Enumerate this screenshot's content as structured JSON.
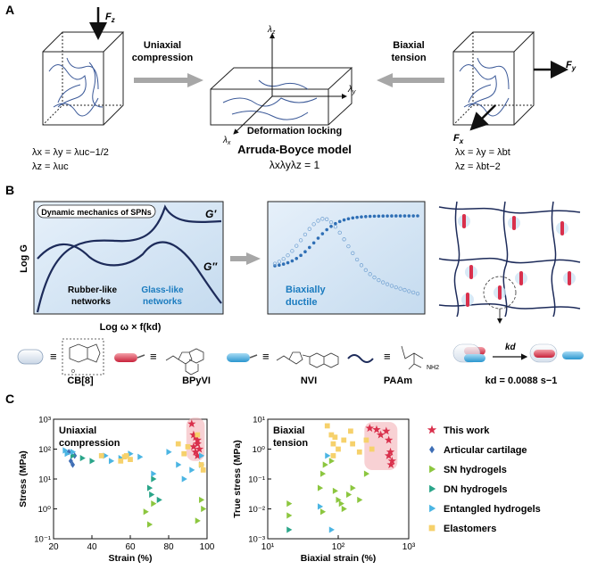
{
  "panelA": {
    "letter": "A",
    "force_z": "F",
    "force_z_sub": "z",
    "left_arrow_label_line1": "Uniaxial",
    "left_arrow_label_line2": "compression",
    "right_arrow_label_line1": "Biaxial",
    "right_arrow_label_line2": "tension",
    "force_y": "F",
    "force_y_sub": "y",
    "force_x": "F",
    "force_x_sub": "x",
    "lambda_z": "λ",
    "lambda_z_sub": "z",
    "lambda_y": "λ",
    "lambda_y_sub": "y",
    "lambda_x": "λ",
    "lambda_x_sub": "x",
    "deformation_locking": "Deformation locking",
    "model_title": "Arruda-Boyce model",
    "model_eq": "λxλyλz = 1",
    "left_eq1": "λx = λy = λuc−1/2",
    "left_eq2": "λz = λuc",
    "right_eq1": "λx = λy = λbt",
    "right_eq2": "λz = λbt−2"
  },
  "panelB": {
    "letter": "B",
    "box_title": "Dynamic mechanics of SPNs",
    "g_prime": "G′",
    "g_double": "G″",
    "y_axis": "Log G",
    "x_axis": "Log ω × f(kd)",
    "rubber_line1": "Rubber-like",
    "rubber_line2": "networks",
    "glass_line1": "Glass-like",
    "glass_line2": "networks",
    "ductile_line1": "Biaxially",
    "ductile_line2": "ductile",
    "cb8": "CB[8]",
    "bpyvi": "BPyVI",
    "nvi": "NVI",
    "paam": "PAAm",
    "kd_arrow": "kd",
    "kd_value": "kd = 0.0088 s−1",
    "equiv": "≡",
    "nh2": "NH2",
    "colors": {
      "blue": "#1a7bbf",
      "red": "#d9304c",
      "dark": "#1d2b5a",
      "box_bg": "#d8e7f5"
    }
  },
  "panelC": {
    "letter": "C",
    "legend": [
      {
        "label": "This work",
        "color": "#d9304c",
        "marker": "star"
      },
      {
        "label": "Articular cartilage",
        "color": "#3f6eb5",
        "marker": "diamond"
      },
      {
        "label": "SN hydrogels",
        "color": "#8cc63f",
        "marker": "triangle"
      },
      {
        "label": "DN hydrogels",
        "color": "#2aa589",
        "marker": "triangle"
      },
      {
        "label": "Entangled hydrogels",
        "color": "#4bb5e3",
        "marker": "triangle"
      },
      {
        "label": "Elastomers",
        "color": "#f6d16b",
        "marker": "square"
      }
    ]
  },
  "chart_data": [
    {
      "type": "scatter",
      "title": "",
      "annotation_line1": "Uniaxial",
      "annotation_line2": "compression",
      "xlabel": "Strain (%)",
      "ylabel": "Stress (MPa)",
      "xlim": [
        20,
        100
      ],
      "ylim": [
        0.1,
        1000
      ],
      "yscale": "log",
      "xticks": [
        "20",
        "40",
        "60",
        "80",
        "100"
      ],
      "yticks": [
        "10⁻¹",
        "10⁰",
        "10¹",
        "10²",
        "10³"
      ],
      "series": [
        {
          "name": "This work",
          "points": [
            [
              92,
              700
            ],
            [
              93,
              300
            ],
            [
              94,
              250
            ],
            [
              95,
              150
            ],
            [
              94,
              80
            ],
            [
              95,
              60
            ],
            [
              96,
              100
            ],
            [
              93,
              120
            ],
            [
              95,
              200
            ]
          ]
        },
        {
          "name": "Articular cartilage",
          "points": [
            [
              28,
              80
            ],
            [
              29,
              40
            ],
            [
              30,
              30
            ],
            [
              31,
              60
            ]
          ]
        },
        {
          "name": "SN hydrogels",
          "points": [
            [
              68,
              0.8
            ],
            [
              70,
              0.3
            ],
            [
              72,
              1.5
            ],
            [
              95,
              0.4
            ],
            [
              97,
              2
            ],
            [
              98,
              1
            ]
          ]
        },
        {
          "name": "DN hydrogels",
          "points": [
            [
              30,
              60
            ],
            [
              35,
              50
            ],
            [
              40,
              40
            ],
            [
              70,
              5
            ],
            [
              71,
              3
            ],
            [
              72,
              10
            ],
            [
              75,
              2
            ],
            [
              97,
              30
            ]
          ]
        },
        {
          "name": "Entangled hydrogels",
          "points": [
            [
              26,
              90
            ],
            [
              27,
              70
            ],
            [
              30,
              80
            ],
            [
              47,
              60
            ],
            [
              50,
              40
            ],
            [
              55,
              50
            ],
            [
              60,
              70
            ],
            [
              65,
              55
            ],
            [
              72,
              15
            ],
            [
              80,
              80
            ],
            [
              85,
              30
            ],
            [
              88,
              10
            ],
            [
              92,
              20
            ],
            [
              97,
              60
            ]
          ]
        },
        {
          "name": "Elastomers",
          "points": [
            [
              45,
              60
            ],
            [
              55,
              40
            ],
            [
              57,
              55
            ],
            [
              58,
              60
            ],
            [
              60,
              45
            ],
            [
              85,
              150
            ],
            [
              88,
              70
            ],
            [
              90,
              120
            ],
            [
              95,
              300
            ],
            [
              97,
              30
            ],
            [
              98,
              20
            ]
          ]
        }
      ]
    },
    {
      "type": "scatter",
      "title": "",
      "annotation_line1": "Biaxial",
      "annotation_line2": "tension",
      "xlabel": "Biaxial strain (%)",
      "ylabel": "True stress (MPa)",
      "xlim": [
        10,
        1000
      ],
      "ylim": [
        0.001,
        10
      ],
      "xscale": "log",
      "yscale": "log",
      "xticks": [
        "10¹",
        "10²",
        "10³"
      ],
      "yticks": [
        "10⁻³",
        "10⁻²",
        "10⁻¹",
        "10⁰",
        "10¹"
      ],
      "series": [
        {
          "name": "This work",
          "points": [
            [
              280,
              5
            ],
            [
              350,
              4.5
            ],
            [
              400,
              3
            ],
            [
              480,
              4
            ],
            [
              520,
              2
            ],
            [
              550,
              0.8
            ],
            [
              580,
              0.4
            ],
            [
              560,
              0.3
            ],
            [
              520,
              0.6
            ]
          ]
        },
        {
          "name": "SN hydrogels",
          "points": [
            [
              20,
              0.015
            ],
            [
              20,
              0.006
            ],
            [
              55,
              0.05
            ],
            [
              60,
              0.15
            ],
            [
              65,
              0.3
            ],
            [
              80,
              0.4
            ],
            [
              90,
              0.04
            ],
            [
              100,
              0.02
            ],
            [
              110,
              0.015
            ],
            [
              120,
              0.01
            ],
            [
              140,
              0.03
            ],
            [
              160,
              0.05
            ],
            [
              200,
              0.02
            ],
            [
              250,
              0.15
            ],
            [
              60,
              0.008
            ]
          ]
        },
        {
          "name": "DN hydrogels",
          "points": [
            [
              20,
              0.002
            ]
          ]
        },
        {
          "name": "Entangled hydrogels",
          "points": [
            [
              70,
              0.6
            ],
            [
              80,
              0.002
            ],
            [
              55,
              0.012
            ]
          ]
        },
        {
          "name": "Elastomers",
          "points": [
            [
              70,
              6
            ],
            [
              80,
              3
            ],
            [
              85,
              1.5
            ],
            [
              90,
              2.5
            ],
            [
              100,
              1
            ],
            [
              120,
              2
            ],
            [
              150,
              4
            ],
            [
              160,
              1.5
            ],
            [
              200,
              0.8
            ],
            [
              250,
              2
            ],
            [
              300,
              1
            ],
            [
              85,
              0.6
            ]
          ]
        }
      ]
    }
  ]
}
